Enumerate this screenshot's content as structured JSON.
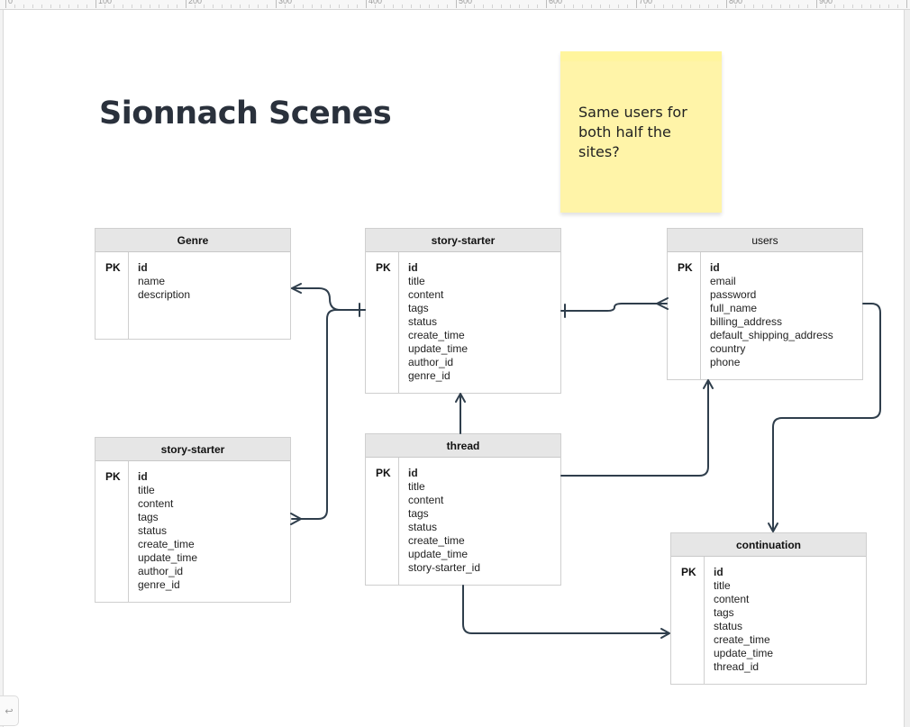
{
  "ruler": {
    "labels": [
      "0",
      "100",
      "200",
      "300",
      "400",
      "500",
      "600",
      "700",
      "800",
      "900"
    ]
  },
  "diagram": {
    "title": "Sionnach Scenes",
    "note": "Same users for\nboth half the\nsites?",
    "entities": {
      "genre": {
        "name": "Genre",
        "pk_label": "PK",
        "fields": [
          "id",
          "name",
          "description"
        ]
      },
      "story_starter_main": {
        "name": "story-starter",
        "pk_label": "PK",
        "fields": [
          "id",
          "title",
          "content",
          "tags",
          "status",
          "create_time",
          "update_time",
          "author_id",
          "genre_id"
        ]
      },
      "users": {
        "name": "users",
        "pk_label": "PK",
        "fields": [
          "id",
          "email",
          "password",
          "full_name",
          "billing_address",
          "default_shipping_address",
          "country",
          "phone"
        ]
      },
      "story_starter_copy": {
        "name": "story-starter",
        "pk_label": "PK",
        "fields": [
          "id",
          "title",
          "content",
          "tags",
          "status",
          "create_time",
          "update_time",
          "author_id",
          "genre_id"
        ]
      },
      "thread": {
        "name": "thread",
        "pk_label": "PK",
        "fields": [
          "id",
          "title",
          "content",
          "tags",
          "status",
          "create_time",
          "update_time",
          "story-starter_id"
        ]
      },
      "continuation": {
        "name": "continuation",
        "pk_label": "PK",
        "fields": [
          "id",
          "title",
          "content",
          "tags",
          "status",
          "create_time",
          "update_time",
          "thread_id"
        ]
      }
    }
  }
}
